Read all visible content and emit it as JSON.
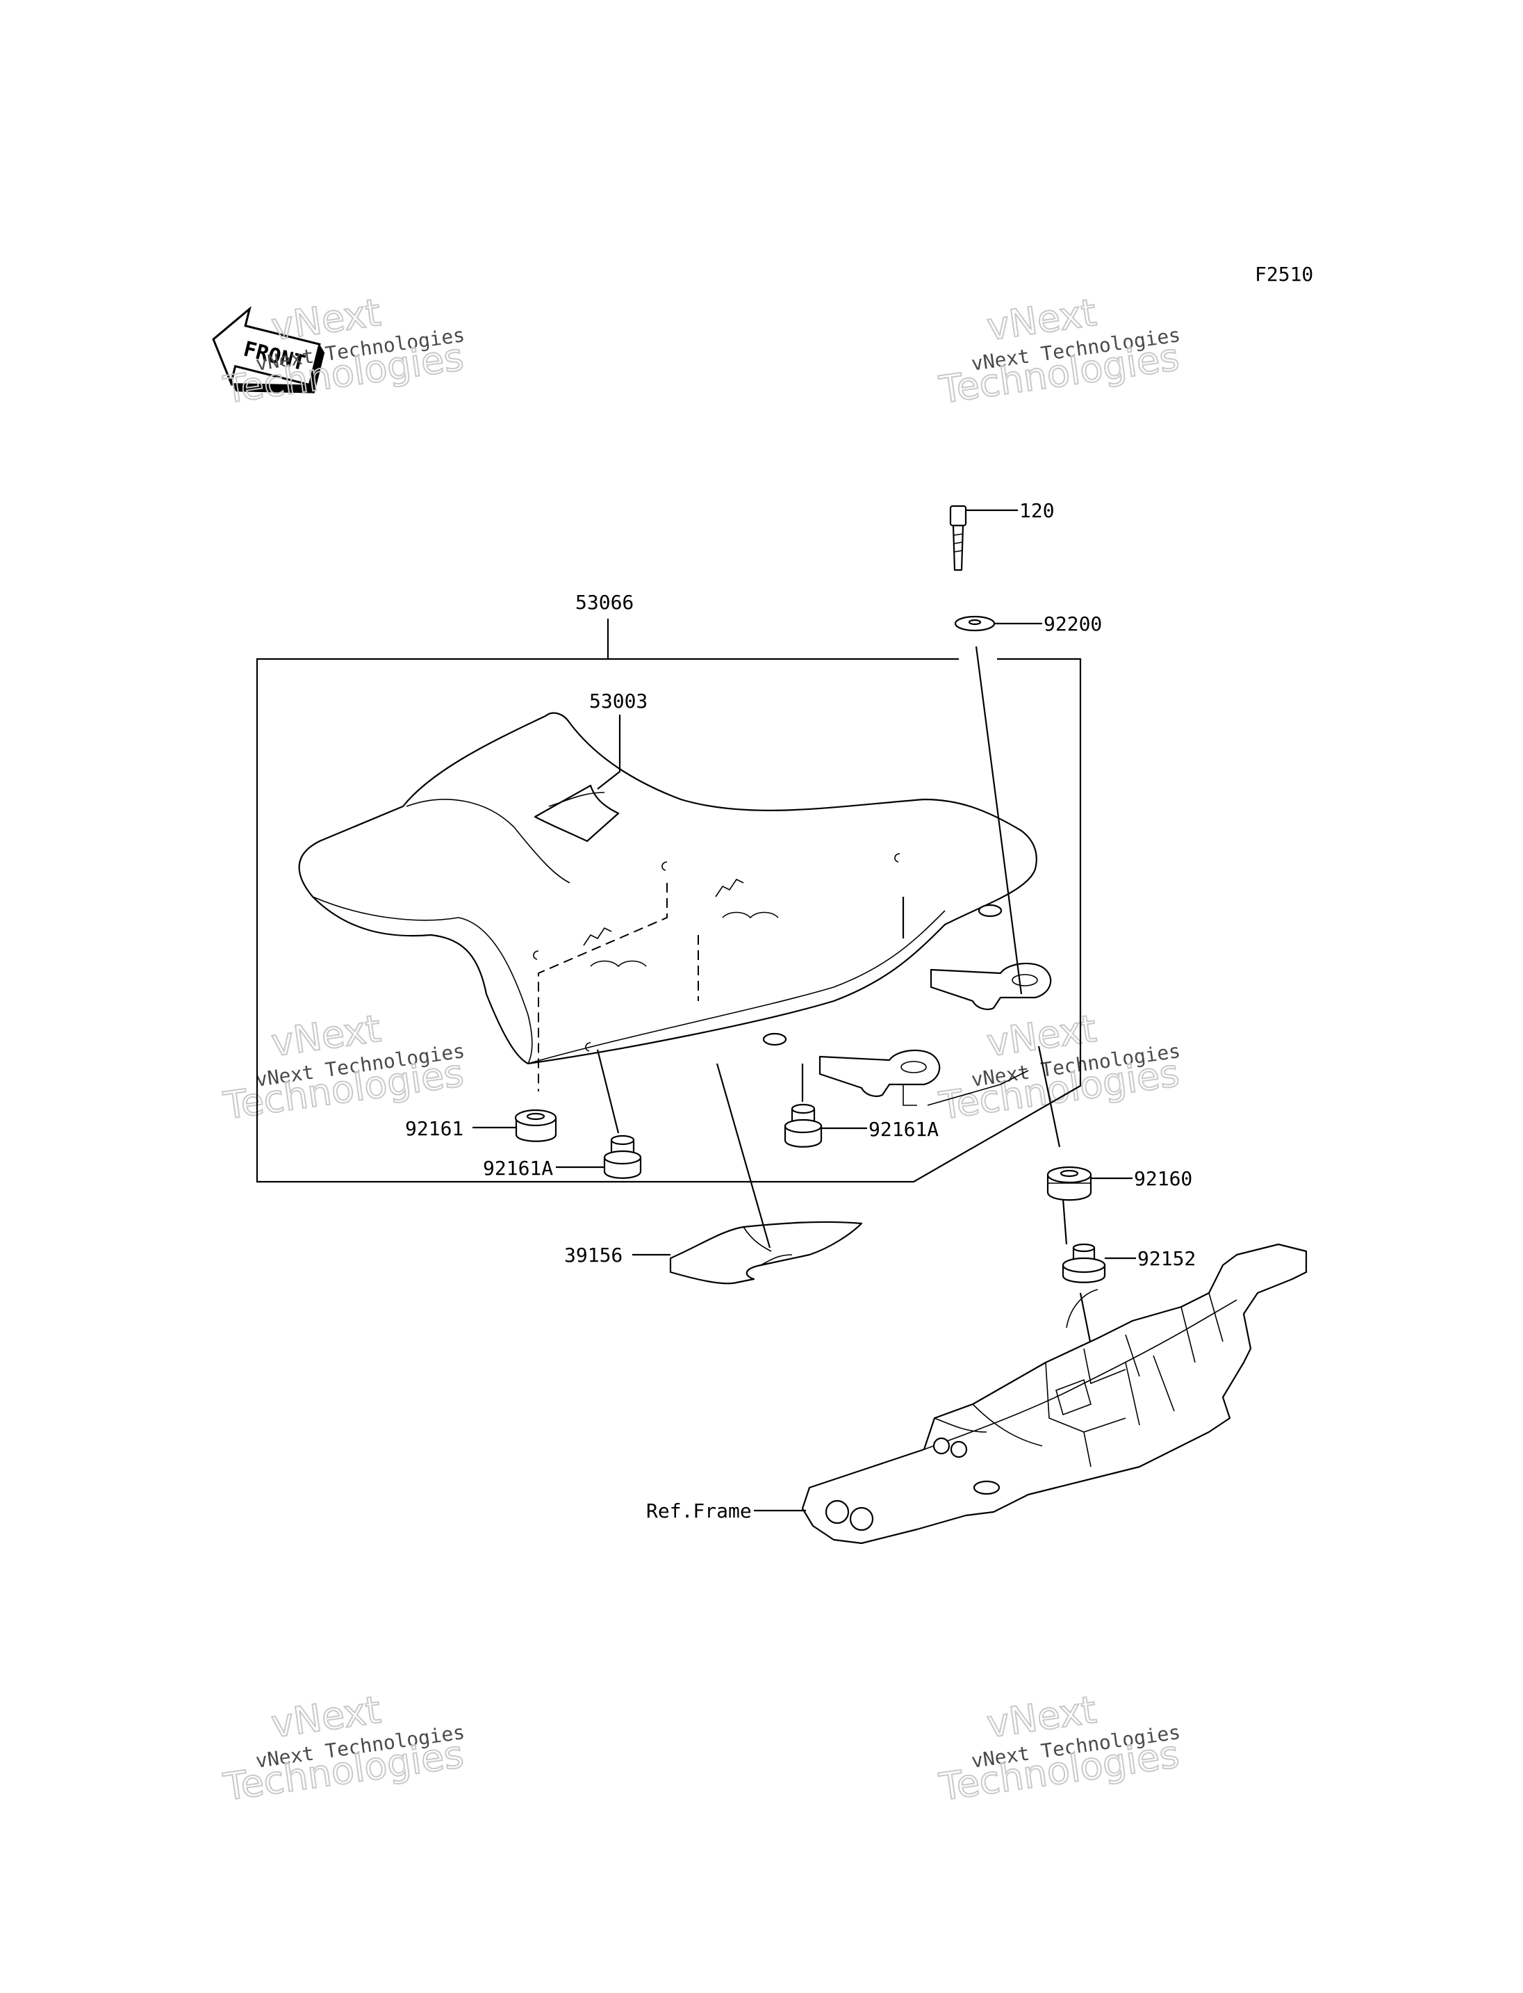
{
  "diagram_code": "F2510",
  "front_indicator": "FRONT",
  "watermark": {
    "line1": "vNext",
    "line2": "vNext Technologies",
    "line3": "Technologies"
  },
  "callouts": {
    "p120": "120",
    "p92200": "92200",
    "p53066": "53066",
    "p53003": "53003",
    "p92161": "92161",
    "p92161A_left": "92161A",
    "p92161A_right": "92161A",
    "p92160": "92160",
    "p92152": "92152",
    "p39156": "39156",
    "ref_frame": "Ref.Frame"
  }
}
